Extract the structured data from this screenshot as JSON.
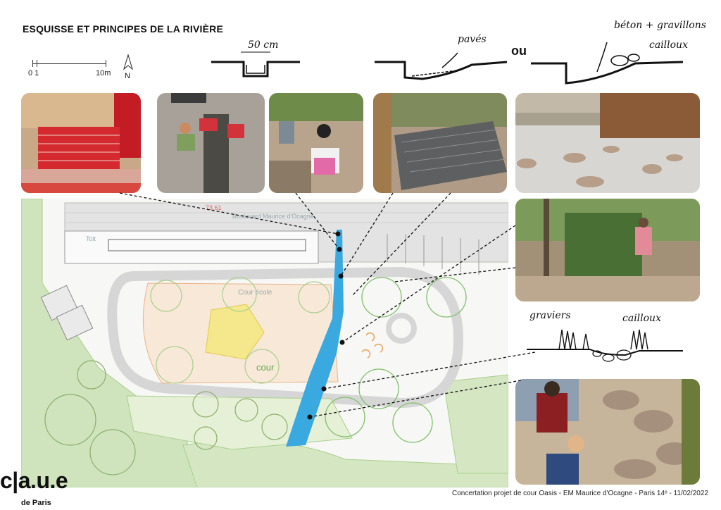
{
  "title": "ESQUISSE ET PRINCIPES DE LA RIVIÈRE",
  "scale": {
    "start_label": "0 1",
    "end_label": "10m",
    "north_label": "N"
  },
  "sketch_labels": {
    "width_note": "50 cm",
    "paves": "pavés",
    "ou": "ou",
    "beton": "béton + gravillons",
    "cailloux_top": "cailloux",
    "graviers": "graviers",
    "cailloux_bottom": "cailloux"
  },
  "plan_labels": {
    "elevation": "73.61",
    "street": "Boulevard Maurice d'Ocagne",
    "cour_ecole": "Cour école",
    "cour": "cour",
    "toit": "Toit"
  },
  "footer": {
    "caption": "Concertation projet de cour Oasis - EM Maurice d'Ocagne - Paris 14ᵉ - 11/02/2022",
    "logo_text": "c|a.u.e",
    "logo_sub": "de Paris"
  },
  "colors": {
    "water": "#3aa9e0",
    "plan_green": "#a9cf8a",
    "plan_orange": "#e9b387",
    "plan_yellow": "#f5e88c",
    "building_gray": "#d8d8d8",
    "brick_red": "#c8262e"
  }
}
